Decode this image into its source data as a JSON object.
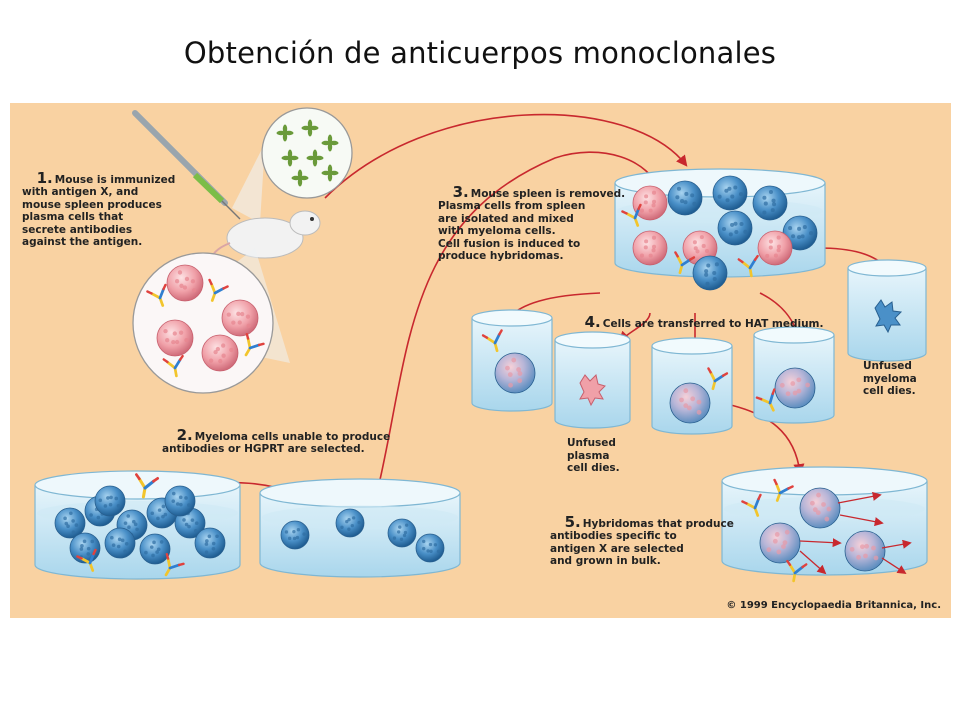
{
  "title": "Obtención de anticuerpos monoclonales",
  "colors": {
    "background": "#f9d2a2",
    "arrow": "#c8282e",
    "myeloma_cell": "#4a90c8",
    "plasma_cell": "#f0a0a8",
    "dish": "#d8eef7",
    "antibody": "#f2c52c"
  },
  "steps": [
    {
      "number": "1.",
      "text": "Mouse is immunized\nwith antigen X, and\nmouse spleen produces\nplasma cells that\nsecrete antibodies\nagainst the antigen."
    },
    {
      "number": "2.",
      "text": "Myeloma cells unable to produce\nantibodies or HGPRT are selected."
    },
    {
      "number": "3.",
      "text": "Mouse spleen is removed.\nPlasma cells from spleen\nare isolated and mixed\nwith myeloma cells.\nCell fusion is induced to\nproduce hybridomas."
    },
    {
      "number": "4.",
      "text": "Cells are transferred to HAT medium."
    },
    {
      "number": "5.",
      "text": "Hybridomas that produce\nantibodies specific to\nantigen X are selected\nand grown in bulk."
    }
  ],
  "captions": {
    "plasma_dies": "Unfused\nplasma\ncell dies.",
    "myeloma_dies": "Unfused\nmyeloma\ncell dies."
  },
  "copyright": "© 1999 Encyclopaedia Britannica, Inc."
}
